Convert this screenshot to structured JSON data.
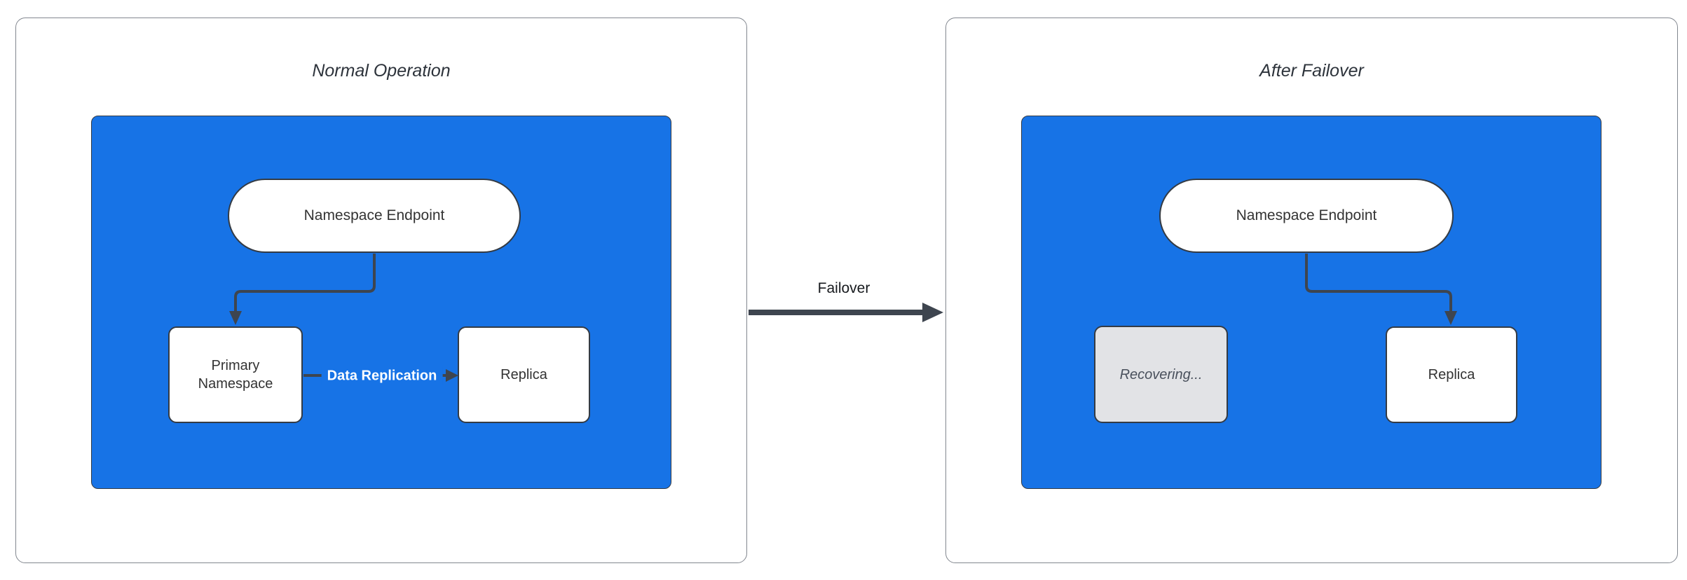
{
  "diagram": {
    "panels": [
      {
        "id": "normal-operation",
        "title": "Normal Operation",
        "nodes": {
          "endpoint": "Namespace Endpoint",
          "primary": "Primary Namespace",
          "replica": "Replica"
        },
        "edge_label": "Data Replication"
      },
      {
        "id": "after-failover",
        "title": "After Failover",
        "nodes": {
          "endpoint": "Namespace Endpoint",
          "recovering": "Recovering...",
          "replica": "Replica"
        }
      }
    ],
    "transition_label": "Failover",
    "colors": {
      "cluster_fill": "#1773e6",
      "node_border": "#343b44",
      "edge": "#3e454f",
      "panel_border": "#82878f",
      "title_text": "#2d333b",
      "label_text": "#333333",
      "edge_label_text": "#ffffff",
      "recovering_fill": "#e2e3e6",
      "recovering_text": "#49505c",
      "transition_text": "#16191d"
    }
  }
}
